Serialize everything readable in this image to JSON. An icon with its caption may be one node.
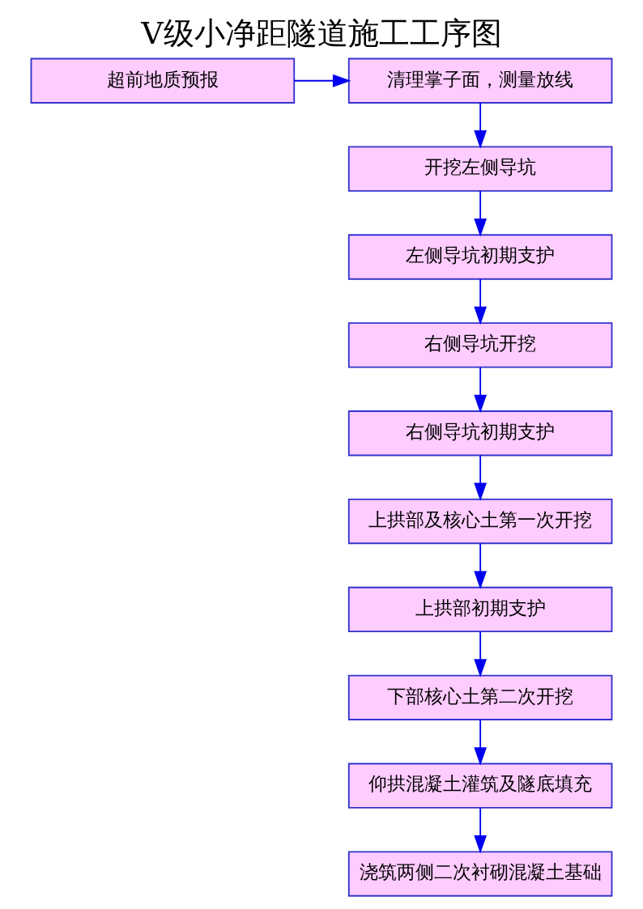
{
  "diagram": {
    "title": "V级小净距隧道施工工序图",
    "nodes": [
      {
        "text": [
          "超前地质预报"
        ]
      },
      {
        "text": [
          "清理掌子面，测量放线"
        ]
      },
      {
        "text": [
          "开挖左侧导坑"
        ]
      },
      {
        "text": [
          "左侧导坑初期支护"
        ]
      },
      {
        "text": [
          "右侧导坑开挖"
        ]
      },
      {
        "text": [
          "右侧导坑初期支护"
        ]
      },
      {
        "text": [
          "上拱部及核心土第一次开挖"
        ]
      },
      {
        "text": [
          "上拱部初期支护"
        ]
      },
      {
        "text": [
          "下部核心土第二次开挖"
        ]
      },
      {
        "text": [
          "仰拱混凝土灌筑及隧底填充"
        ]
      },
      {
        "text": [
          "浇筑两侧二次衬砌混凝土基础"
        ]
      }
    ],
    "edges": [
      {
        "from": 0,
        "to": 1,
        "arrow": "to"
      },
      {
        "from": 1,
        "to": 2,
        "arrow": "to"
      },
      {
        "from": 2,
        "to": 3,
        "arrow": "to"
      },
      {
        "from": 3,
        "to": 4,
        "arrow": "to"
      },
      {
        "from": 4,
        "to": 5,
        "arrow": "to"
      },
      {
        "from": 5,
        "to": 6,
        "arrow": "to"
      },
      {
        "from": 6,
        "to": 7,
        "arrow": "to"
      },
      {
        "from": 7,
        "to": 8,
        "arrow": "to"
      },
      {
        "from": 8,
        "to": 9,
        "arrow": "to"
      },
      {
        "from": 9,
        "to": 10,
        "arrow": "to"
      }
    ]
  }
}
